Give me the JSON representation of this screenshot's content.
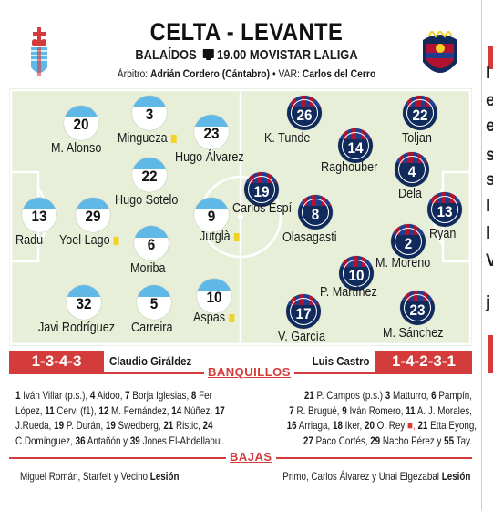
{
  "header": {
    "title": "CELTA - LEVANTE",
    "venue": "BALAÍDOS",
    "time_channel": "19.00 MOVISTAR LALIGA",
    "ref_label": "Árbitro:",
    "referee": "Adrián Cordero (Cántabro)",
    "var_label": "• VAR:",
    "var": "Carlos del Cerro"
  },
  "colors": {
    "accent": "#d43b3b",
    "pitch": "#e7efd9",
    "celta": "#5fb8e6",
    "levante_navy": "#102a5c",
    "levante_red": "#b1122f",
    "yellow_card": "#f1d327"
  },
  "icons": {
    "celta_crest": "celta-crest-icon",
    "levante_crest": "levante-crest-icon",
    "tv": "tv-icon"
  },
  "celta": {
    "players": [
      {
        "num": "20",
        "name": "M. Alonso",
        "card": false
      },
      {
        "num": "3",
        "name": "Mingueza",
        "card": true
      },
      {
        "num": "23",
        "name": "Hugo Álvarez",
        "card": false
      },
      {
        "num": "22",
        "name": "Hugo Sotelo",
        "card": false
      },
      {
        "num": "13",
        "name": "Radu",
        "card": false
      },
      {
        "num": "29",
        "name": "Yoel Lago",
        "card": true
      },
      {
        "num": "6",
        "name": "Moriba",
        "card": false
      },
      {
        "num": "9",
        "name": "Jutglà",
        "card": true
      },
      {
        "num": "32",
        "name": "Javi Rodríguez",
        "card": false
      },
      {
        "num": "5",
        "name": "Carreira",
        "card": false
      },
      {
        "num": "10",
        "name": "Aspas",
        "card": true
      }
    ],
    "formation": "1-3-4-3",
    "coach": "Claudio Giráldez"
  },
  "levante": {
    "players": [
      {
        "num": "26",
        "name": "K. Tunde",
        "card": false
      },
      {
        "num": "22",
        "name": "Toljan",
        "card": false
      },
      {
        "num": "14",
        "name": "Raghouber",
        "card": false
      },
      {
        "num": "4",
        "name": "Dela",
        "card": false
      },
      {
        "num": "19",
        "name": "Carlos Espí",
        "card": false
      },
      {
        "num": "8",
        "name": "Olasagasti",
        "card": false
      },
      {
        "num": "13",
        "name": "Ryan",
        "card": false
      },
      {
        "num": "2",
        "name": "M. Moreno",
        "card": false
      },
      {
        "num": "10",
        "name": "P. Martínez",
        "card": false
      },
      {
        "num": "17",
        "name": "V. García",
        "card": false
      },
      {
        "num": "23",
        "name": "M. Sánchez",
        "card": false
      }
    ],
    "formation": "1-4-2-3-1",
    "coach": "Luis Castro"
  },
  "sections": {
    "bench": "BANQUILLOS",
    "absences": "BAJAS"
  },
  "bench_celta": [
    [
      {
        "n": "1",
        "t": " Iván Villar (p.s.), "
      },
      {
        "n": "4",
        "t": " Aidoo, "
      },
      {
        "n": "7",
        "t": " Borja Iglesias, "
      },
      {
        "n": "8",
        "t": " Fer"
      }
    ],
    [
      {
        "n": "",
        "t": "López, "
      },
      {
        "n": "11",
        "t": " Cervi (f1), "
      },
      {
        "n": "12",
        "t": " M. Fernández, "
      },
      {
        "n": "14",
        "t": " Núñez, "
      },
      {
        "n": "17",
        "t": ""
      }
    ],
    [
      {
        "n": "",
        "t": "J.Rueda, "
      },
      {
        "n": "19",
        "t": " P. Durán, "
      },
      {
        "n": "19",
        "t": " Swedberg, "
      },
      {
        "n": "21",
        "t": " Ristic, "
      },
      {
        "n": "24",
        "t": ""
      }
    ],
    [
      {
        "n": "",
        "t": "C.Domínguez, "
      },
      {
        "n": "36",
        "t": " Antañón y "
      },
      {
        "n": "39",
        "t": " Jones El-Abdellaoui."
      }
    ]
  ],
  "bench_levante": [
    [
      {
        "n": "21",
        "t": " P. Campos (p.s.) "
      },
      {
        "n": "3",
        "t": " Matturro, "
      },
      {
        "n": "6",
        "t": " Pampín,"
      }
    ],
    [
      {
        "n": "7",
        "t": " R. Brugué, "
      },
      {
        "n": "9",
        "t": " Iván Romero, "
      },
      {
        "n": "11",
        "t": " A. J. Morales,"
      }
    ],
    [
      {
        "n": "16",
        "t": " Arriaga, "
      },
      {
        "n": "18",
        "t": " Iker, "
      },
      {
        "n": "20",
        "t": " O. Rey "
      },
      {
        "n": "",
        "t": "■, "
      },
      {
        "n": "21",
        "t": " Etta Eyong,"
      }
    ],
    [
      {
        "n": "27",
        "t": " Paco Cortés, "
      },
      {
        "n": "29",
        "t": " Nacho Pérez y "
      },
      {
        "n": "55",
        "t": " Tay."
      }
    ]
  ],
  "absences": {
    "celta_text": "Miguel Román, Starfelt y Vecino",
    "celta_reason": "Lesión",
    "levante_text": "Primo, Carlos Álvarez y Unai Elgezabal",
    "levante_reason": "Lesión"
  },
  "side_fragment": {
    "letters": [
      "I",
      "e",
      "e",
      "s",
      "s",
      "l",
      "l",
      "V",
      "j"
    ]
  }
}
